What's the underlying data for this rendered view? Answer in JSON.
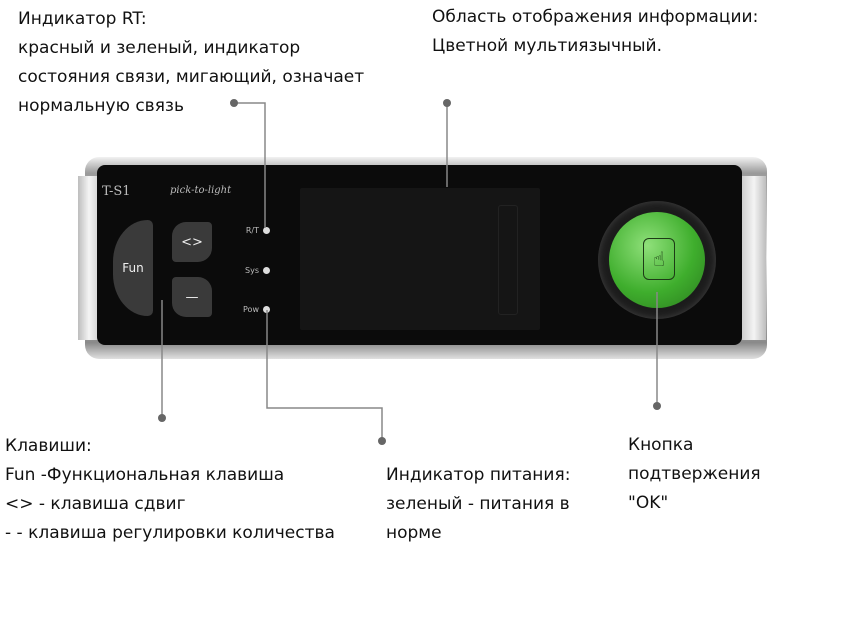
{
  "annotations": {
    "rt_indicator": [
      "Индикатор RT:",
      "красный и зеленый, индикатор",
      "состояния связи, мигающий, означает",
      "нормальную связь"
    ],
    "display_area": [
      "Область отображения информации:",
      "Цветной мультиязычный."
    ],
    "keys": [
      "Клавиши:",
      "Fun -Функциональная клавиша",
      "<> - клавиша сдвиг",
      "- - клавиша регулировки количества"
    ],
    "power_indicator": [
      "Индикатор питания:",
      "зеленый - питания в",
      "норме"
    ],
    "ok_button": [
      "Кнопка",
      "подтвержения",
      "\"OK\""
    ]
  },
  "device": {
    "model": "T-S1",
    "tagline": "pick-to-light",
    "keys": {
      "fun": "Fun",
      "shift": "<>",
      "minus": "—"
    },
    "leds": [
      "R/T",
      "Sys",
      "Pow"
    ],
    "ok_icon": "hand-pointer-icon",
    "ok_color": "#3fae2d"
  }
}
